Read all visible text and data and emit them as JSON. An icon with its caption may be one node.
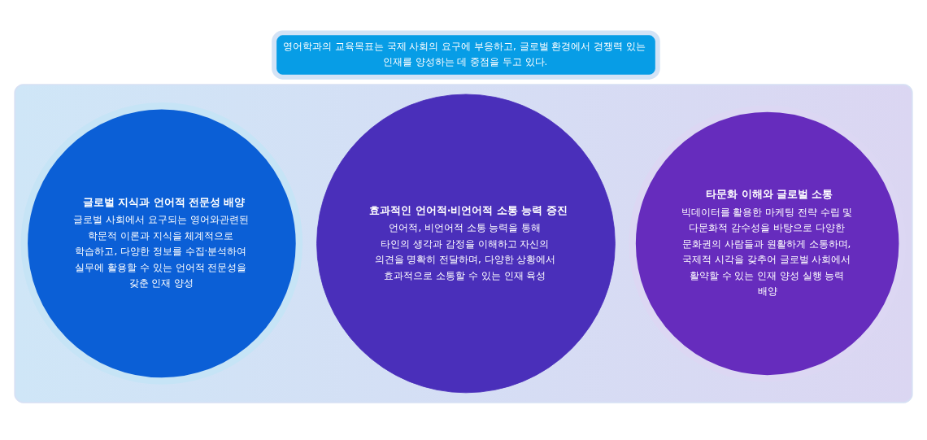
{
  "diagram": {
    "nodes": [
      {
        "text": [
          "영어학과의 교육목표는 국제 사회의 요구에 부응하고, 글로벌 환경에서 경쟁력 있는 인재를 양성하는 데 중점을 두고 있다."
        ]
      },
      {
        "text": [],
        "shape": "band"
      },
      {
        "text": [
          "글로벌 지식과 언어적 전문성 배양",
          "글로벌 사회에서 요구되는 영어와관련된 학문적 이론과 지식을 체계적으로 학습하고, 다양한 정보를 수집·분석하여 실무에 활용할 수 있는 언어적 전문성을 갖춘 인재 양성"
        ],
        "in": 1
      },
      {
        "text": [
          "효과적인 언어적·비언어적 소통 능력 증진",
          "언어적, 비언어적 소통 능력을 통해 타인의 생각과 감정을 이해하고 자신의 의견을 명확히 전달하며, 다양한 상황에서 효과적으로 소통할 수 있는 인재 육성"
        ],
        "in": 1
      },
      {
        "text": [
          "타문화 이해와 글로벌 소통",
          "빅데이터를 활용한 마케팅 전략 수립 및 다문화적 감수성을 바탕으로 다양한 문화권의 사람들과 원활하게 소통하며, 국제적 시각을 갖추어 글로벌 사회에서 활약할 수 있는 인재 양성 실행 능력 배양"
        ],
        "in": 1
      }
    ]
  }
}
